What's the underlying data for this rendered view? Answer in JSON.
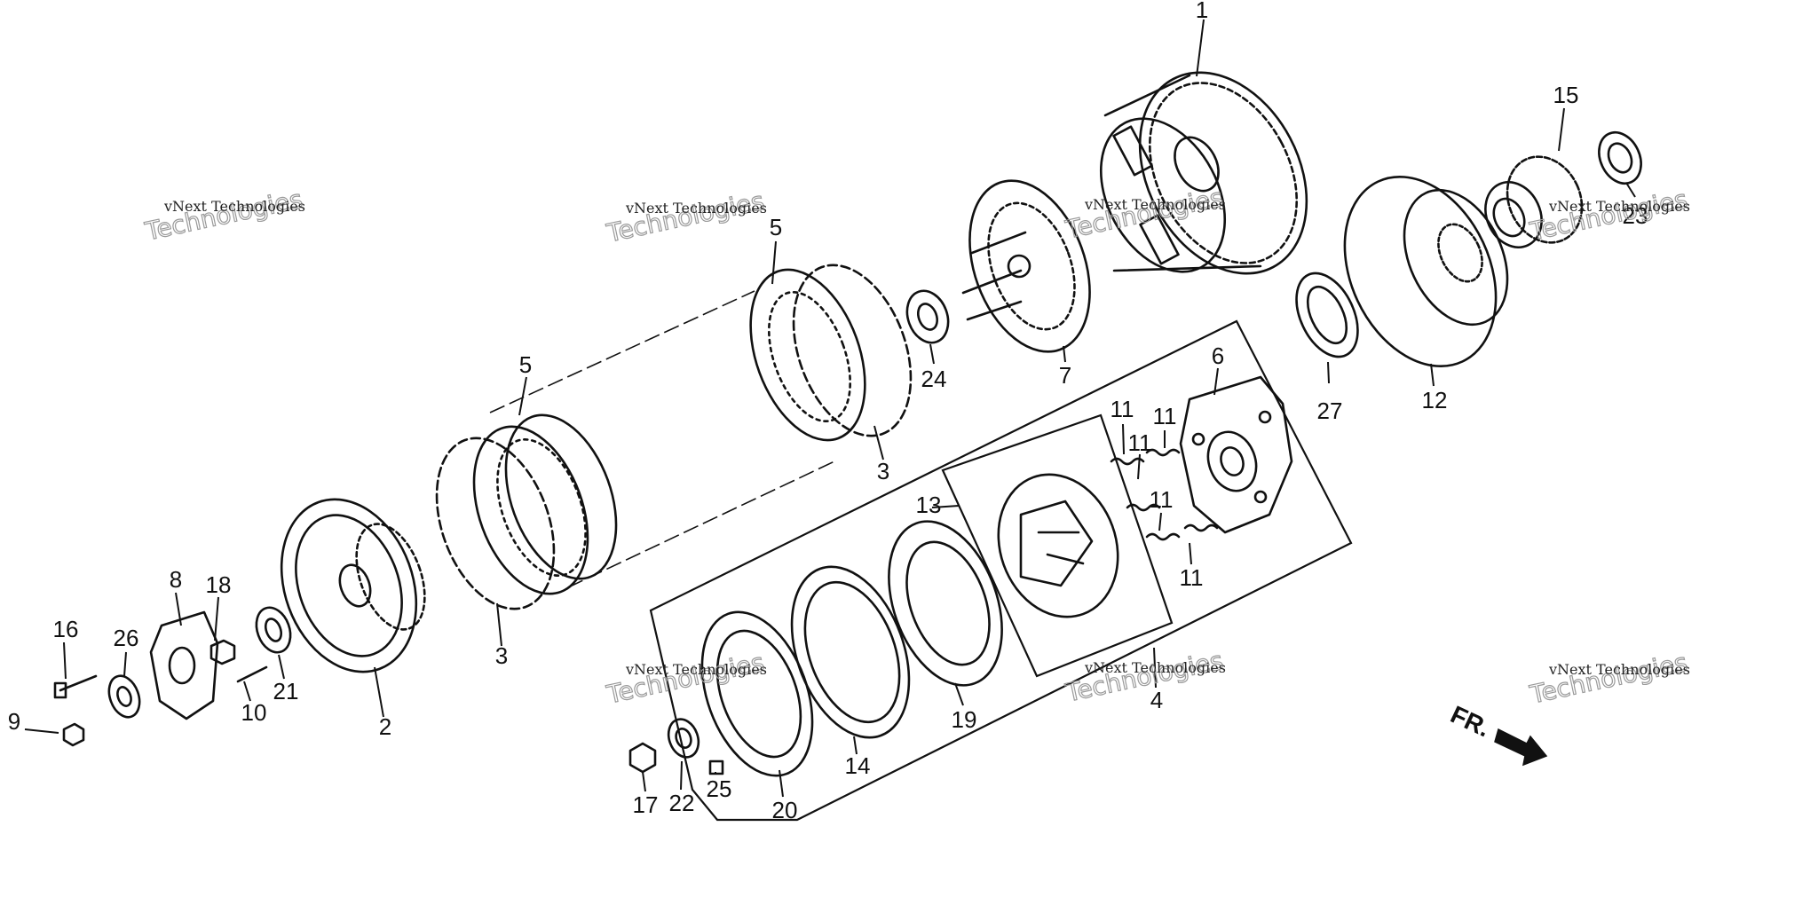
{
  "diagram": {
    "callouts": [
      "1",
      "2",
      "3",
      "3",
      "4",
      "5",
      "5",
      "6",
      "7",
      "8",
      "9",
      "10",
      "11",
      "11",
      "11",
      "11",
      "11",
      "12",
      "13",
      "14",
      "15",
      "16",
      "17",
      "18",
      "19",
      "20",
      "21",
      "22",
      "23",
      "24",
      "25",
      "26",
      "27"
    ],
    "direction_marker": "FR.",
    "watermark": {
      "line1": "vNext Technologies",
      "line2": "Technologies"
    }
  }
}
